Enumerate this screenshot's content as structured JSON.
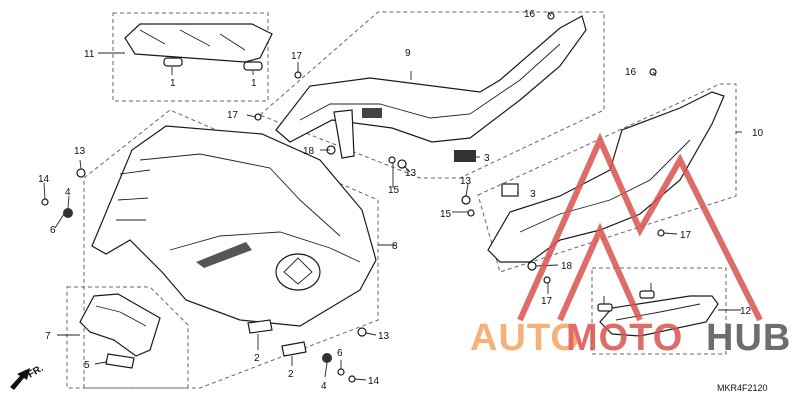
{
  "diagram": {
    "callouts": [
      "1",
      "1",
      "2",
      "2",
      "3",
      "3",
      "4",
      "4",
      "5",
      "6",
      "6",
      "7",
      "8",
      "9",
      "10",
      "11",
      "12",
      "13",
      "13",
      "13",
      "13",
      "14",
      "14",
      "15",
      "15",
      "16",
      "16",
      "17",
      "17",
      "17",
      "17",
      "18",
      "18"
    ],
    "diagram_code": "MKR4F2120",
    "direction_label": "FR."
  },
  "watermark": {
    "text_auto": "AUTO",
    "text_moto": "MOTO",
    "text_hub": "HUB",
    "color_orange": "#f4a460",
    "color_red": "#d9534f",
    "color_dark": "#555555"
  }
}
